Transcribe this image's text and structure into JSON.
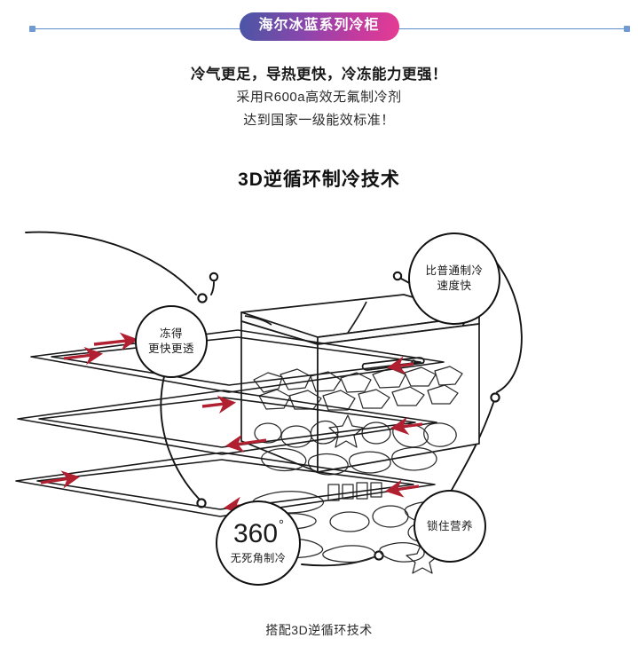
{
  "header": {
    "badge_label": "海尔冰蓝系列冷柜",
    "badge_gradient_from": "#4a55a8",
    "badge_gradient_to": "#e63b93",
    "rule_color": "#5b8dc8",
    "dot_color": "#6f9ad4"
  },
  "copy": {
    "lead": "冷气更足，导热更快，冷冻能力更强！",
    "sub_line_1": "采用R600a高效无氟制冷剂",
    "sub_line_2": "达到国家一级能效标准！"
  },
  "section": {
    "heading": "3D逆循环制冷技术"
  },
  "bubbles": {
    "speed": {
      "line_1": "比普通制冷",
      "line_2": "速度快"
    },
    "freeze": {
      "line_1": "冻得",
      "line_2": "更快更透"
    },
    "nutrition": {
      "line_1": "锁住营养"
    },
    "three_sixty": {
      "value": "360",
      "degree": "°",
      "sub": "无死角制冷"
    }
  },
  "illustration": {
    "name": "chest-freezer-3d-airflow-diagram",
    "arrow_color": "#b02030",
    "outline_color": "#1a1a1a",
    "shelf_count": 3
  },
  "footer": {
    "caption": "搭配3D逆循环技术"
  }
}
